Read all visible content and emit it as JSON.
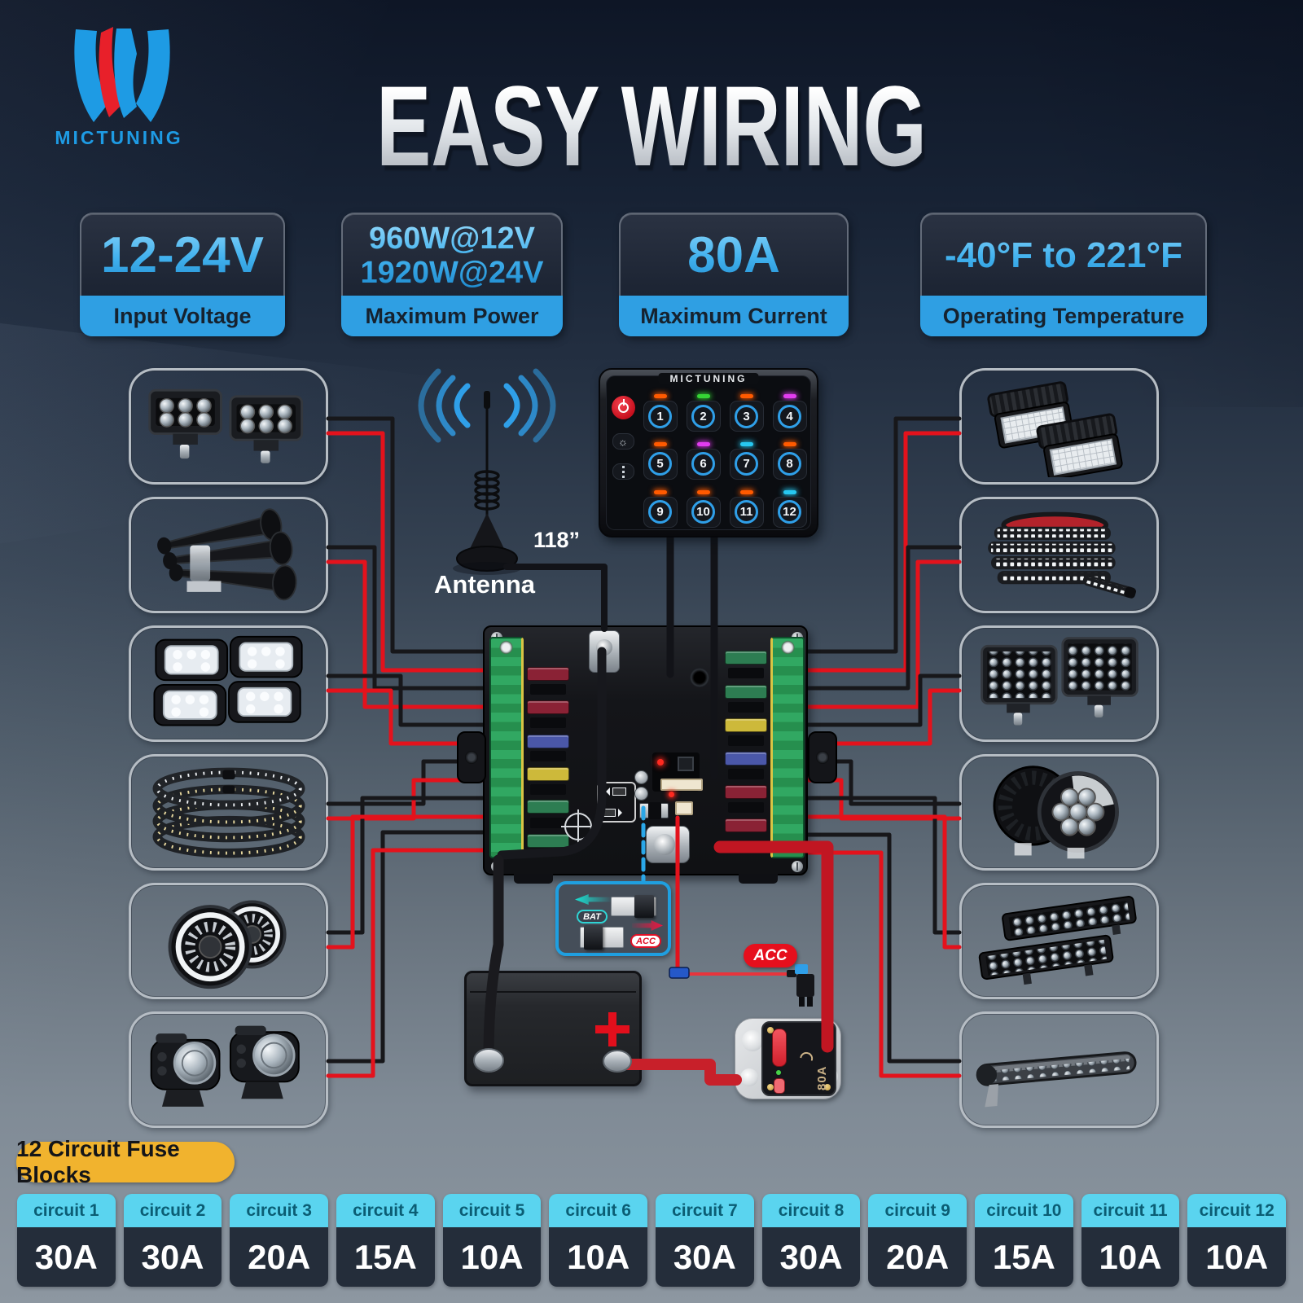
{
  "logo": {
    "brand": "MICTUNING"
  },
  "header": {
    "title": "EASY WIRING"
  },
  "colors": {
    "accent_blue": "#2f9fe3",
    "cyan_header": "#5ad4ef",
    "yellow_pill": "#f1b32e",
    "acc_red": "#e60f1d",
    "wire_red": "#e4121c",
    "wire_black": "#17171a"
  },
  "specs": [
    {
      "value": "12-24V",
      "value2": "",
      "label": "Input Voltage"
    },
    {
      "value": "960W@12V",
      "value2": "1920W@24V",
      "label": "Maximum Power"
    },
    {
      "value": "80A",
      "value2": "",
      "label": "Maximum Current"
    },
    {
      "value": "-40°F to 221°F",
      "value2": "",
      "label": "Operating Temperature"
    }
  ],
  "antenna": {
    "length": "118”",
    "label": "Antenna"
  },
  "panel": {
    "brand": "MICTUNING",
    "buttons": [
      {
        "num": "1",
        "led": "#ff5a00"
      },
      {
        "num": "2",
        "led": "#35d435"
      },
      {
        "num": "3",
        "led": "#ff5a00"
      },
      {
        "num": "4",
        "led": "#e23cf0"
      },
      {
        "num": "5",
        "led": "#ff5a00"
      },
      {
        "num": "6",
        "led": "#e23cf0"
      },
      {
        "num": "7",
        "led": "#27c7f0"
      },
      {
        "num": "8",
        "led": "#ff5a00"
      },
      {
        "num": "9",
        "led": "#ff5a00"
      },
      {
        "num": "10",
        "led": "#ff5a00"
      },
      {
        "num": "11",
        "led": "#ff5a00"
      },
      {
        "num": "12",
        "led": "#27c7f0"
      }
    ]
  },
  "inset": {
    "bat": "BAT",
    "acc": "ACC"
  },
  "acc_tag": {
    "label": "ACC"
  },
  "breaker": {
    "rating": "80A"
  },
  "fuse_table": {
    "title": "12 Circuit Fuse Blocks",
    "circuits": [
      {
        "label": "circuit 1",
        "amp": "30A"
      },
      {
        "label": "circuit 2",
        "amp": "30A"
      },
      {
        "label": "circuit 3",
        "amp": "20A"
      },
      {
        "label": "circuit 4",
        "amp": "15A"
      },
      {
        "label": "circuit 5",
        "amp": "10A"
      },
      {
        "label": "circuit 6",
        "amp": "10A"
      },
      {
        "label": "circuit 7",
        "amp": "30A"
      },
      {
        "label": "circuit 8",
        "amp": "30A"
      },
      {
        "label": "circuit 9",
        "amp": "20A"
      },
      {
        "label": "circuit 10",
        "amp": "15A"
      },
      {
        "label": "circuit 11",
        "amp": "10A"
      },
      {
        "label": "circuit 12",
        "amp": "10A"
      }
    ]
  }
}
